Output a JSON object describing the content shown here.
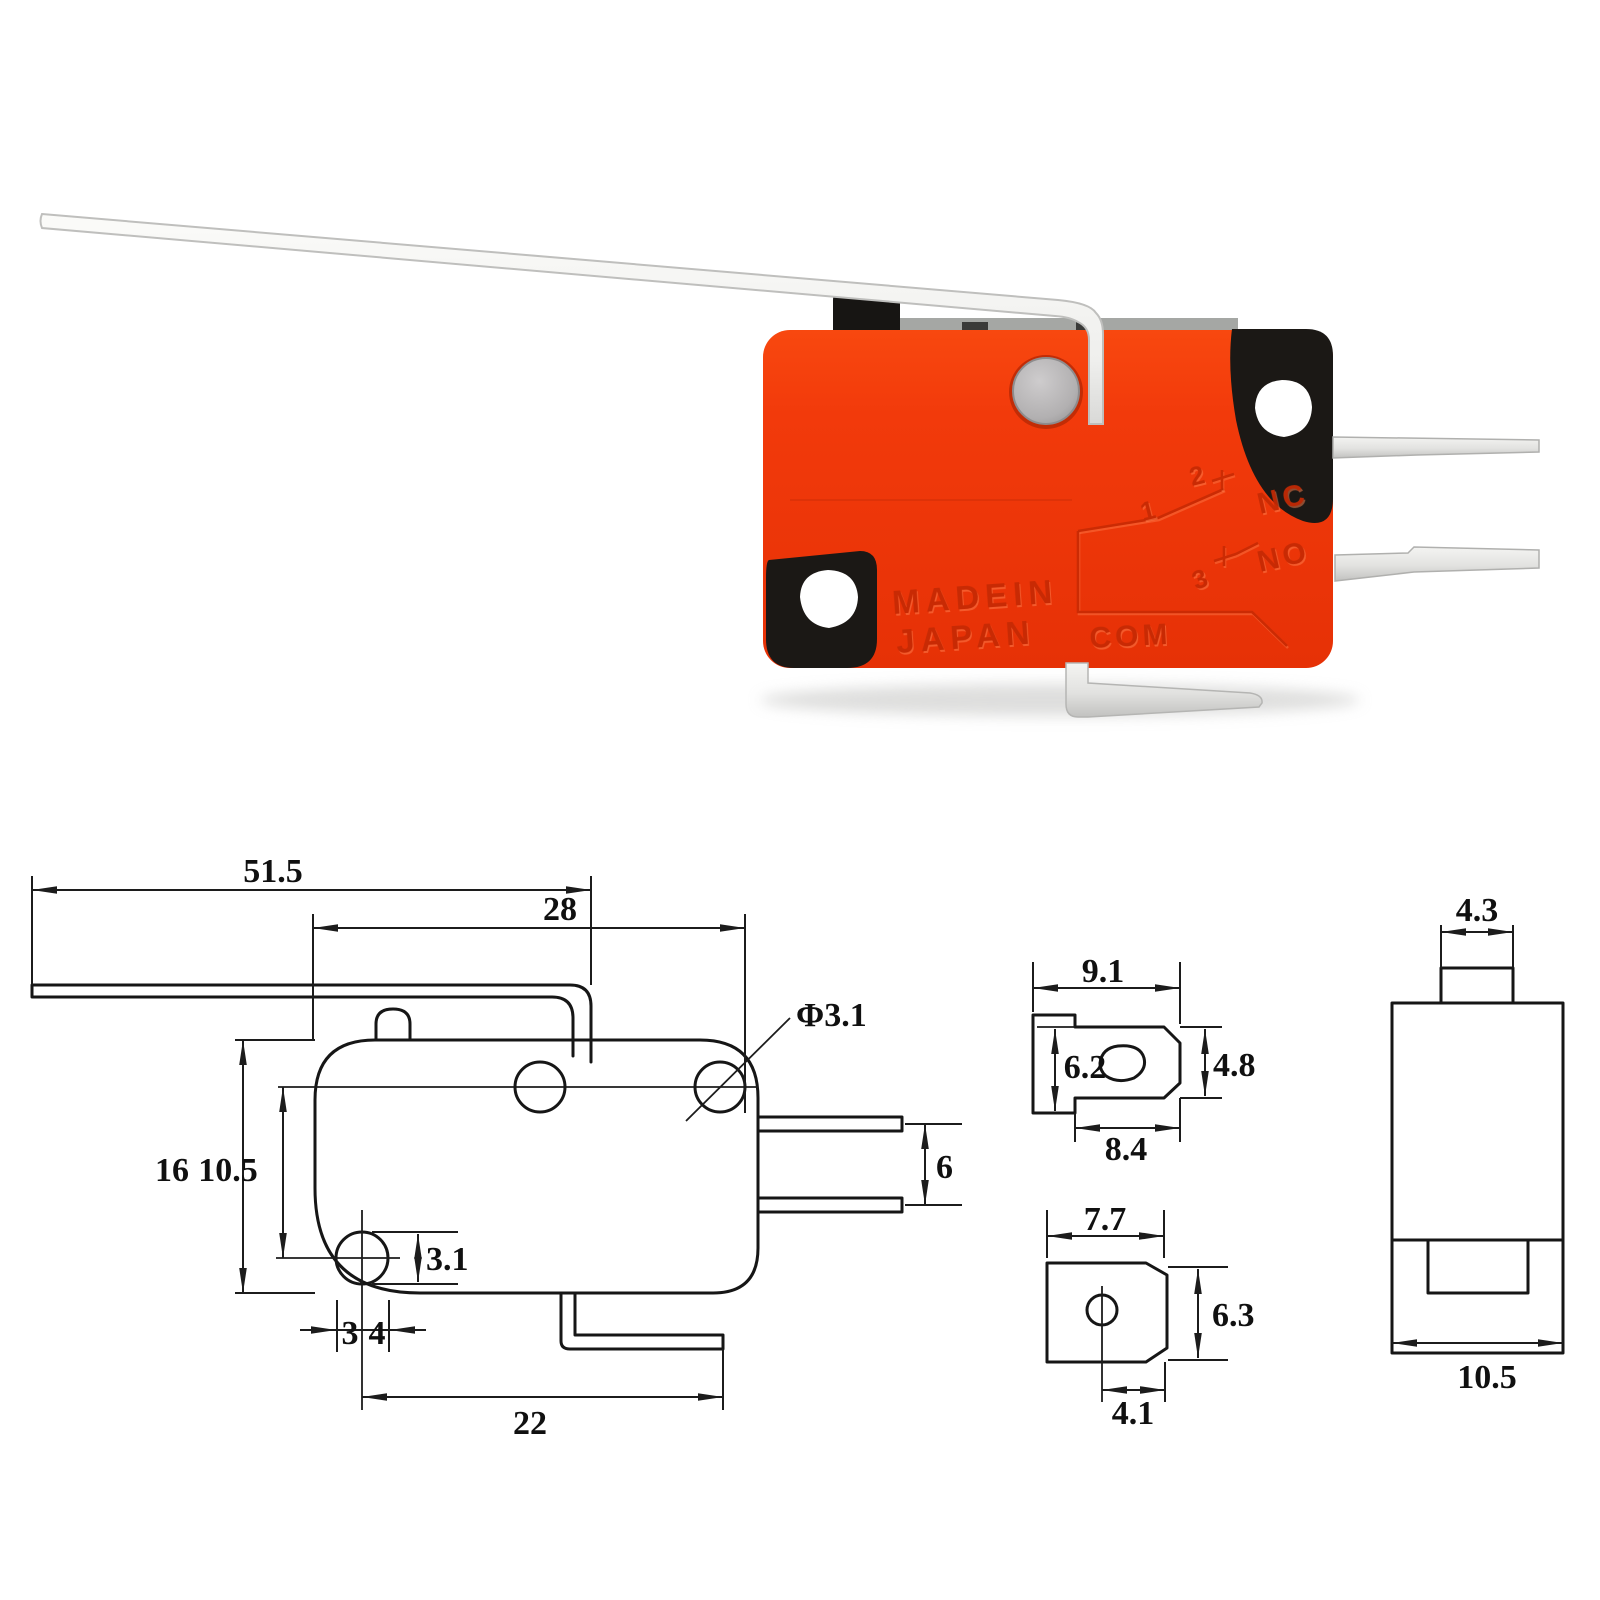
{
  "photo": {
    "markings": {
      "made_in_line1": "MADEIN",
      "made_in_line2": "JAPAN",
      "pin_1": "1",
      "pin_2": "2",
      "pin_3": "3",
      "label_nc": "NC",
      "label_no": "NO",
      "label_com": "COM"
    },
    "colors": {
      "body_red": "#f23a0b",
      "accent_black": "#1b1815",
      "plunger_gray": "#b4b2b3",
      "lever_white": "#f4f4f2",
      "terminal_silver": "#e8e8e6"
    }
  },
  "drawing": {
    "side_view": {
      "lever_length": "51.5",
      "body_width": "28",
      "top_hole_diameter": "Φ3.1",
      "body_height": "16",
      "hole_spacing": "10.5",
      "terminal_gap": "6",
      "bottom_hole_diameter": "3.1",
      "hole_offset_left": "3",
      "hole_offset_right": "4",
      "hole_to_terminal_end": "22"
    },
    "terminal_end_view": {
      "overall_width": "9.1",
      "flange_height": "6.2",
      "body_height": "4.8",
      "body_width": "8.4"
    },
    "bottom_view": {
      "width": "7.7",
      "height": "6.3",
      "hole_offset": "4.1"
    },
    "front_view": {
      "plunger_width": "4.3",
      "body_width": "10.5"
    }
  }
}
